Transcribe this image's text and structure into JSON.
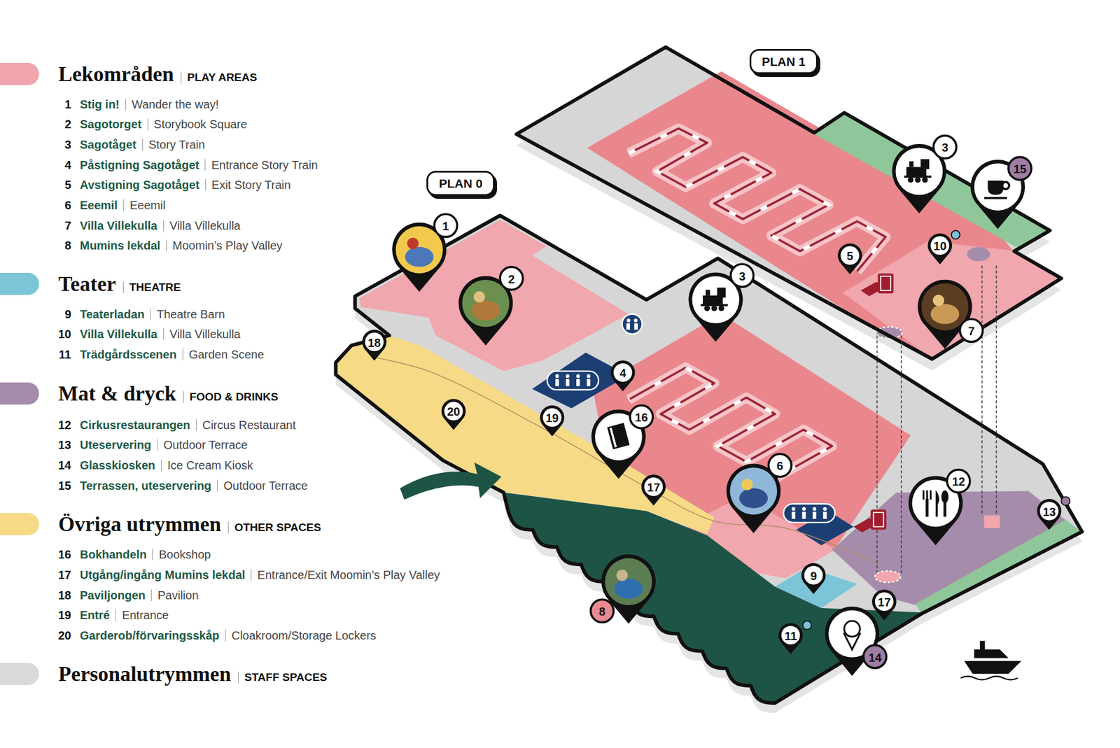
{
  "diagram": {
    "nodes": [
      {
        "text": [
          "PLAN 1"
        ]
      },
      {
        "text": [
          "PLAN 0"
        ]
      }
    ],
    "labels": [
      "PLAY AREAS",
      "1",
      "Stig in!",
      "Wander the way!",
      "2",
      "Sagotorget",
      "Storybook Square",
      "3",
      "Sagotåget",
      "Story Train",
      "4",
      "Påstigning Sagotåget",
      "Entrance Story Train",
      "5",
      "Avstigning Sagotåget",
      "Exit Story Train",
      "6",
      "Eeemil",
      "Eeemil",
      "7",
      "Villa Villekulla",
      "Villa Villekulla",
      "8",
      "Mumins lekdal",
      "Moomin’s Play Valley",
      "THEATRE",
      "9",
      "Teaterladan",
      "Theatre Barn",
      "10",
      "Villa Villekulla",
      "Villa Villekulla",
      "11",
      "Trädgårdsscenen",
      "Garden Scene",
      "FOOD & DRINKS",
      "12",
      "Cirkusrestaurangen",
      "Circus Restaurant",
      "13",
      "Uteservering",
      "Outdoor Terrace",
      "14",
      "Glasskiosken",
      "Ice Cream Kiosk",
      "15",
      "Terrassen, uteservering",
      "Outdoor Terrace",
      "OTHER SPACES",
      "16",
      "Bokhandeln",
      "Bookshop",
      "17",
      "Utgång/ingång Mumins lekdal",
      "Entrance/Exit Moomin’s Play Valley",
      "18",
      "Paviljongen",
      "Pavilion",
      "19",
      "Entré",
      "Entrance",
      "20",
      "Garderob/förvaringsskåp",
      "Cloakroom/Storage Lockers",
      "STAFF SPACES",
      "1",
      "2",
      "3",
      "15",
      "5",
      "10",
      "7",
      "18",
      "3",
      "4",
      "20",
      "19",
      "16",
      "17",
      "6",
      "12",
      "13",
      "8",
      "9",
      "17",
      "11",
      "14"
    ],
    "legend": [
      {
        "text": "Lekområden",
        "color": "#f0a4ab"
      },
      {
        "text": "Teater",
        "color": "#7cc4d8"
      },
      {
        "text": "Mat & dryck",
        "color": "#a58cab"
      },
      {
        "text": "Övriga utrymmen",
        "color": "#f6da85"
      },
      {
        "text": "Personalutrymmen",
        "color": "#d9d9d9"
      }
    ]
  }
}
